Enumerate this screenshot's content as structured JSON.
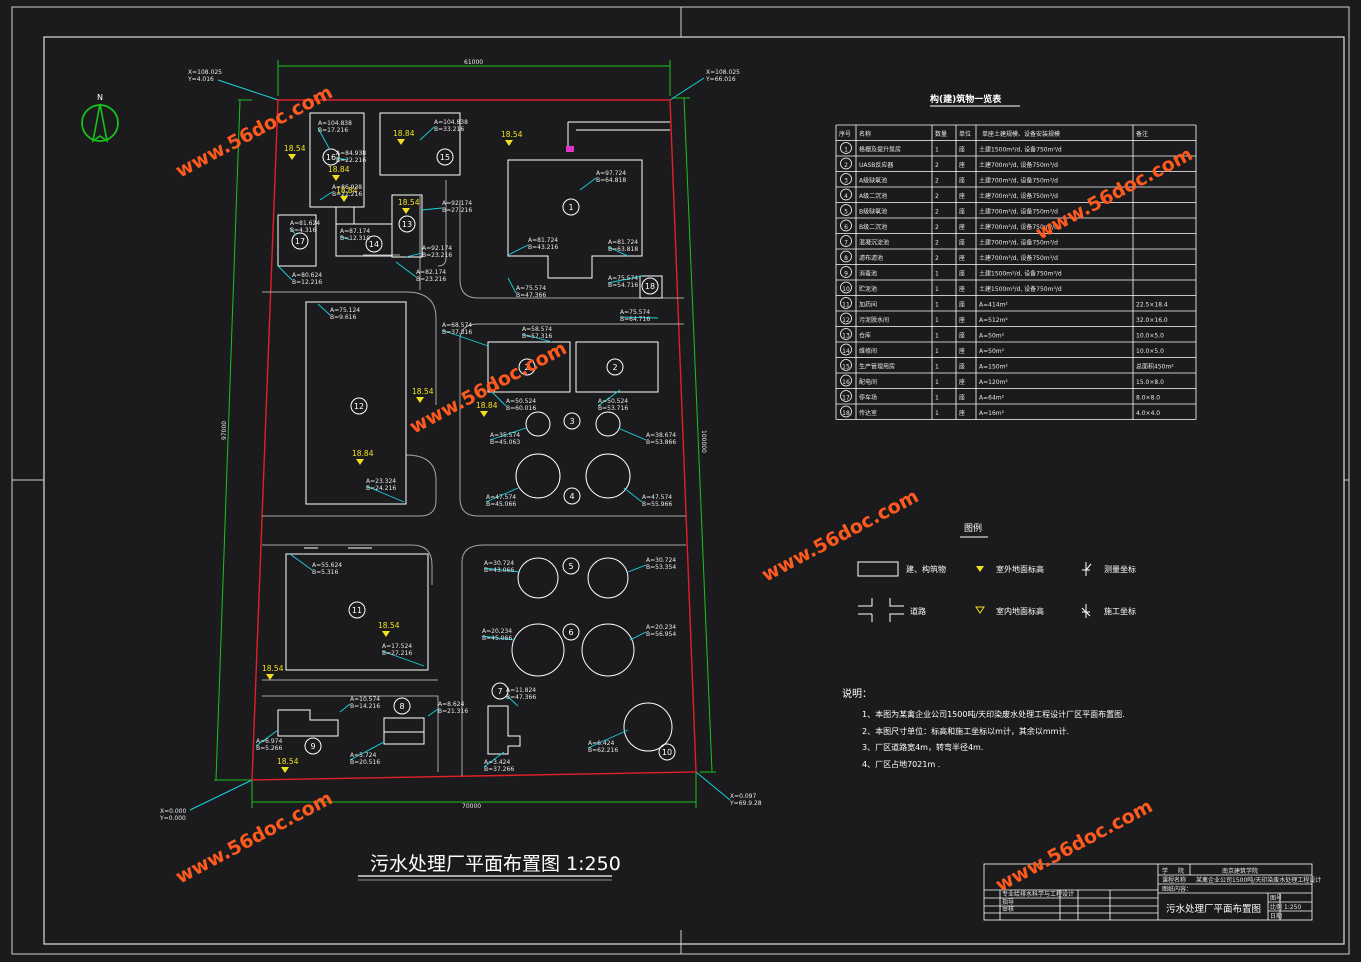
{
  "site": {
    "top_dim": "61000",
    "bottom_dim": "70000",
    "left_dim": "97000",
    "right_dim": "100000",
    "corners": {
      "tl": [
        "X=108.025",
        "Y=4.016"
      ],
      "tr": [
        "X=108.025",
        "Y=66.016"
      ],
      "bl": [
        "X=0.000",
        "Y=0.000"
      ],
      "br": [
        "X=0.097",
        "Y=69.9.28"
      ]
    }
  },
  "buildings": [
    {
      "id": "16",
      "label": "16"
    },
    {
      "id": "15",
      "label": "15"
    },
    {
      "id": "17",
      "label": "17"
    },
    {
      "id": "14",
      "label": "14"
    },
    {
      "id": "13",
      "label": "13"
    },
    {
      "id": "1",
      "label": "1"
    },
    {
      "id": "18",
      "label": "18"
    },
    {
      "id": "12",
      "label": "12"
    },
    {
      "id": "2a",
      "label": "2"
    },
    {
      "id": "2b",
      "label": "2"
    },
    {
      "id": "3",
      "label": "3"
    },
    {
      "id": "4",
      "label": "4"
    },
    {
      "id": "11",
      "label": "11"
    },
    {
      "id": "5",
      "label": "5"
    },
    {
      "id": "6",
      "label": "6"
    },
    {
      "id": "7",
      "label": "7"
    },
    {
      "id": "8",
      "label": "8"
    },
    {
      "id": "9",
      "label": "9"
    },
    {
      "id": "10",
      "label": "10"
    }
  ],
  "elevations": [
    "18.54",
    "18.84",
    "18.84",
    "18.84",
    "18.54",
    "18.54",
    "18.54",
    "18.84",
    "18.84",
    "18.54",
    "18.54",
    "18.54"
  ],
  "coords": [
    [
      "A=104.838",
      "B=17.216"
    ],
    [
      "A=104.838",
      "B=33.216"
    ],
    [
      "A=84.938",
      "B=22.216"
    ],
    [
      "A=86.938",
      "B=22.216"
    ],
    [
      "A=92.174",
      "B=27.216"
    ],
    [
      "A=81.624",
      "B=4.316"
    ],
    [
      "A=87.174",
      "B=12.310"
    ],
    [
      "A=82.174",
      "B=23.216"
    ],
    [
      "A=80.624",
      "B=12.216"
    ],
    [
      "A=92.174",
      "B=23.216"
    ],
    [
      "A=97.724",
      "B=64.818"
    ],
    [
      "A=81.724",
      "B=43.216"
    ],
    [
      "A=81.724",
      "B=63.818"
    ],
    [
      "A=75.574",
      "B=47.366"
    ],
    [
      "A=75.574",
      "B=54.716"
    ],
    [
      "A=75.574",
      "B=64.716"
    ],
    [
      "A=75.124",
      "B=9.616"
    ],
    [
      "A=68.574",
      "B=37.316"
    ],
    [
      "A=58.574",
      "B=57.316"
    ],
    [
      "A=50.524",
      "B=60.016"
    ],
    [
      "A=50.524",
      "B=53.716"
    ],
    [
      "A=35.574",
      "B=45.063"
    ],
    [
      "A=38.674",
      "B=53.866"
    ],
    [
      "A=47.574",
      "B=45.066"
    ],
    [
      "A=47.574",
      "B=55.966"
    ],
    [
      "A=23.324",
      "B=24.216"
    ],
    [
      "A=55.624",
      "B=5.316"
    ],
    [
      "A=17.524",
      "B=27.216"
    ],
    [
      "A=30.724",
      "B=43.066"
    ],
    [
      "A=30.724",
      "B=53.354"
    ],
    [
      "A=20.234",
      "B=45.066"
    ],
    [
      "A=20.234",
      "B=56.954"
    ],
    [
      "A=11.824",
      "B=47.366"
    ],
    [
      "A=10.574",
      "B=14.216"
    ],
    [
      "A=8.624",
      "B=21.316"
    ],
    [
      "A=6.974",
      "B=5.266"
    ],
    [
      "A=5.724",
      "B=20.516"
    ],
    [
      "A=3.424",
      "B=37.266"
    ],
    [
      "A=6.424",
      "B=62.216"
    ]
  ],
  "title": "污水处理厂平面布置图 1:250",
  "table": {
    "title": "构(建)筑物一览表",
    "headers": [
      "序号",
      "名称",
      "数量",
      "单位",
      "单座土建规模、设备安装规模",
      "备注"
    ],
    "rows": [
      [
        "1",
        "格栅及提升泵房",
        "1",
        "座",
        "土建1500m³/d, 设备750m³/d",
        ""
      ],
      [
        "2",
        "UASB反应器",
        "2",
        "座",
        "土建700m³/d, 设备750m³/d",
        ""
      ],
      [
        "3",
        "A级缺氧池",
        "2",
        "座",
        "土建700m³/d, 设备750m³/d",
        ""
      ],
      [
        "4",
        "A级二沉池",
        "2",
        "座",
        "土建700m³/d, 设备750m³/d",
        ""
      ],
      [
        "5",
        "B级缺氧池",
        "2",
        "座",
        "土建700m³/d, 设备750m³/d",
        ""
      ],
      [
        "6",
        "B级二沉池",
        "2",
        "座",
        "土建700m³/d, 设备750m³/d",
        ""
      ],
      [
        "7",
        "混凝沉淀池",
        "2",
        "座",
        "土建700m³/d, 设备750m³/d",
        ""
      ],
      [
        "8",
        "滤布滤池",
        "2",
        "座",
        "土建700m³/d, 设备750m³/d",
        ""
      ],
      [
        "9",
        "消毒池",
        "1",
        "座",
        "土建1500m³/d, 设备750m³/d",
        ""
      ],
      [
        "10",
        "贮泥池",
        "1",
        "座",
        "土建1500m³/d, 设备750m³/d",
        ""
      ],
      [
        "11",
        "加药间",
        "1",
        "座",
        "A=414m²",
        "22.5×18.4"
      ],
      [
        "12",
        "污泥脱水间",
        "1",
        "座",
        "A=512m²",
        "32.0×16.0"
      ],
      [
        "13",
        "仓库",
        "1",
        "座",
        "A=50m²",
        "10.0×5.0"
      ],
      [
        "14",
        "维修间",
        "1",
        "座",
        "A=50m²",
        "10.0×5.0"
      ],
      [
        "15",
        "生产管理用房",
        "1",
        "座",
        "A=150m²",
        "总面积450m²"
      ],
      [
        "16",
        "配电间",
        "1",
        "座",
        "A=120m²",
        "15.0×8.0"
      ],
      [
        "17",
        "停车场",
        "1",
        "座",
        "A=64m²",
        "8.0×8.0"
      ],
      [
        "18",
        "传达室",
        "1",
        "座",
        "A=16m²",
        "4.0×4.0"
      ]
    ]
  },
  "legend": {
    "title": "图例",
    "items": [
      "建、构筑物",
      "室外地面标高",
      "测量坐标",
      "道路",
      "室内地面标高",
      "施工坐标"
    ]
  },
  "notes": {
    "title": "说明：",
    "lines": [
      "1、本图为某禽企业公司1500吨/天印染废水处理工程设计厂区平面布置图.",
      "2、本图尺寸单位：标高和施工坐标以m计，其余以mm计.",
      "3、厂区道路宽4m，转弯半径4m.",
      "4、厂区占地7021m ."
    ]
  },
  "titleblock": {
    "school": "南京建筑学院",
    "r1": [
      "学",
      "院"
    ],
    "r2": "课程名称",
    "r2b": "某禽企业公司1500吨/天印染废水处理工程设计",
    "r3": "图纸内容：",
    "drawing_name": "污水处理厂平面布置图",
    "cells": [
      "图号",
      "比例",
      "1:250",
      "日期"
    ],
    "sign": [
      "专业",
      "给排水科学与工程",
      "设计",
      "指导",
      "审核"
    ]
  },
  "north": "N",
  "watermark": "www.56doc.com",
  "colors": {
    "bg": "#1b1b1d",
    "boundary": "#e0202a",
    "greenline": "#18c21c",
    "leader": "#18d3dd",
    "wall": "#ffffff",
    "road": "#a6a6a6",
    "elev": "#f0e020",
    "watermark": "#ff5a1e"
  }
}
